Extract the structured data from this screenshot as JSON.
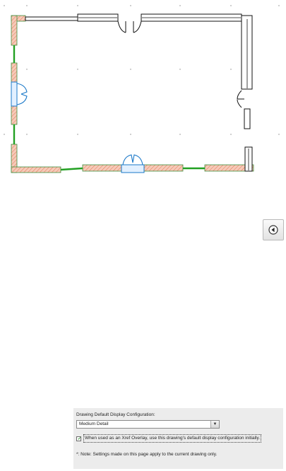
{
  "drawing": {
    "colors": {
      "wall": "#111111",
      "brick_fill": "#f6c9b8",
      "brick_hatch": "#e07a55",
      "brick_outline": "#3f8f3f",
      "green_wall": "#22a022",
      "door": "#1a78c8",
      "door_fill": "#e2f0ff"
    }
  },
  "nav_button": {
    "icon": "back-arrow-icon"
  },
  "panel": {
    "title": "Drawing Default Display Configuration:",
    "selected_config": "Medium Detail",
    "dropdown_icon": "chevron-down-icon",
    "xref_checked": true,
    "xref_label": "When used as an Xref Overlay, use this drawing's default display configuration initially.",
    "note": "*: Note: Settings made on this page apply to the current drawing only."
  }
}
